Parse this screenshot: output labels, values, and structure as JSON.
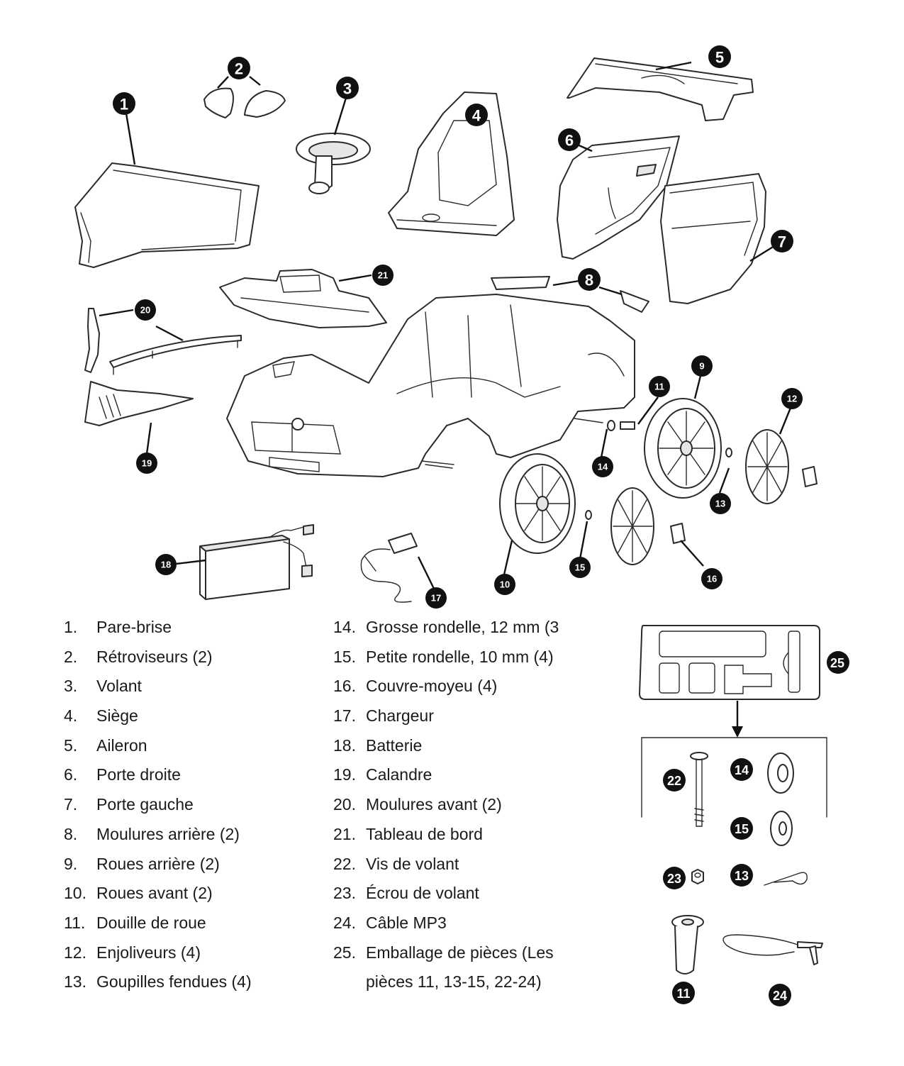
{
  "legend": {
    "left": [
      {
        "num": "1.",
        "label": "Pare-brise"
      },
      {
        "num": "2.",
        "label": "Rétroviseurs (2)"
      },
      {
        "num": "3.",
        "label": "Volant"
      },
      {
        "num": "4.",
        "label": "Siège"
      },
      {
        "num": "5.",
        "label": "Aileron"
      },
      {
        "num": "6.",
        "label": "Porte droite"
      },
      {
        "num": "7.",
        "label": "Porte gauche"
      },
      {
        "num": "8.",
        "label": "Moulures arrière (2)"
      },
      {
        "num": "9.",
        "label": "Roues arrière (2)"
      },
      {
        "num": "10.",
        "label": "Roues avant (2)"
      },
      {
        "num": "11.",
        "label": "Douille de roue"
      },
      {
        "num": "12.",
        "label": "Enjoliveurs (4)"
      },
      {
        "num": "13.",
        "label": "Goupilles fendues (4)"
      }
    ],
    "right": [
      {
        "num": "14.",
        "label": "Grosse rondelle, 12 mm (3"
      },
      {
        "num": "15.",
        "label": "Petite rondelle, 10 mm (4)"
      },
      {
        "num": "16.",
        "label": "Couvre-moyeu (4)"
      },
      {
        "num": "17.",
        "label": "Chargeur"
      },
      {
        "num": "18.",
        "label": "Batterie"
      },
      {
        "num": "19.",
        "label": "Calandre"
      },
      {
        "num": "20.",
        "label": "Moulures avant (2)"
      },
      {
        "num": "21.",
        "label": "Tableau de bord"
      },
      {
        "num": "22.",
        "label": "Vis de volant"
      },
      {
        "num": "23.",
        "label": "Écrou de volant"
      },
      {
        "num": "24.",
        "label": "Câble MP3"
      },
      {
        "num": "25.",
        "label": "Emballage de pièces (Les"
      },
      {
        "num": "",
        "label": "pièces 11, 13-15, 22-24)"
      }
    ]
  },
  "callouts": {
    "c1": "1",
    "c2": "2",
    "c3": "3",
    "c4": "4",
    "c5": "5",
    "c6": "6",
    "c7": "7",
    "c8": "8",
    "c9": "9",
    "c10": "10",
    "c11": "11",
    "c12": "12",
    "c13": "13",
    "c14": "14",
    "c15": "15",
    "c16": "16",
    "c17": "17",
    "c18": "18",
    "c19": "19",
    "c20": "20",
    "c21": "21",
    "k25": "25",
    "k22": "22",
    "k14": "14",
    "k15": "15",
    "k23": "23",
    "k13": "13",
    "k11": "11",
    "k24": "24"
  },
  "colors": {
    "ink": "#1a1a1a",
    "badge": "#111111",
    "background": "#ffffff"
  }
}
